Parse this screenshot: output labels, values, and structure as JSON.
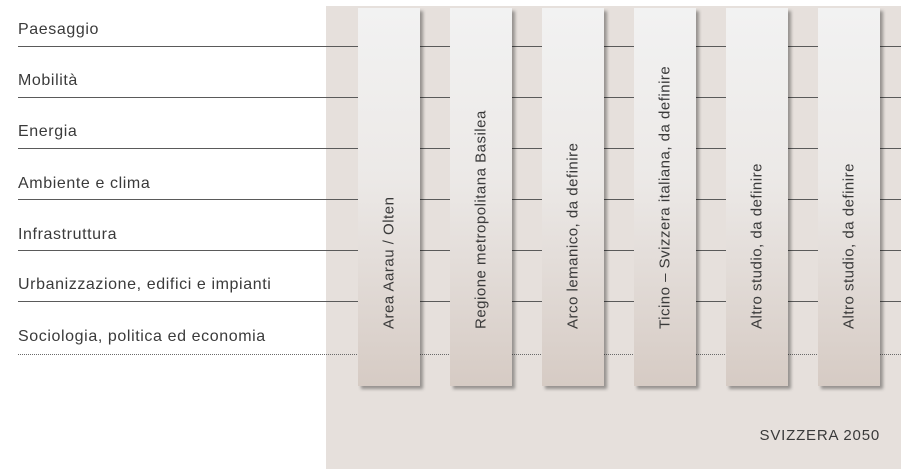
{
  "rows": [
    {
      "label": "Paesaggio"
    },
    {
      "label": "Mobilità"
    },
    {
      "label": "Energia"
    },
    {
      "label": "Ambiente e clima"
    },
    {
      "label": "Infrastruttura"
    },
    {
      "label": "Urbanizzazione, edifici e impianti"
    },
    {
      "label": "Sociologia, politica ed economia"
    }
  ],
  "columns": [
    {
      "label": "Area Aarau / Olten"
    },
    {
      "label": "Regione metropolitana Basilea"
    },
    {
      "label": "Arco lemanico, da definire"
    },
    {
      "label": "Ticino – Svizzera italiana, da definire"
    },
    {
      "label": "Altro studio, da definire"
    },
    {
      "label": "Altro studio, da definire"
    }
  ],
  "footer": "SVIZZERA 2050",
  "colors": {
    "panel": "#e6e0dc",
    "text": "#3a3a3a",
    "line": "#5a5a5a"
  }
}
